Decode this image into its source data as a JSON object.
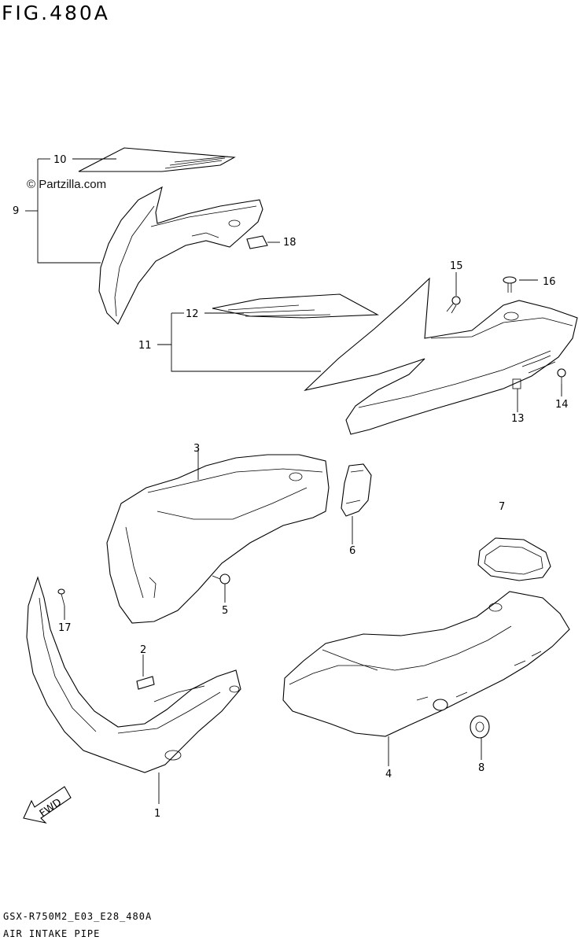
{
  "figure": {
    "title": "FIG.480A",
    "watermark": "© Partzilla.com",
    "code": "GSX-R750M2_E03_E28_480A",
    "name": "AIR INTAKE PIPE"
  },
  "callouts": [
    "1",
    "2",
    "3",
    "4",
    "5",
    "6",
    "7",
    "8",
    "9",
    "10",
    "11",
    "12",
    "13",
    "14",
    "15",
    "16",
    "17",
    "18"
  ]
}
